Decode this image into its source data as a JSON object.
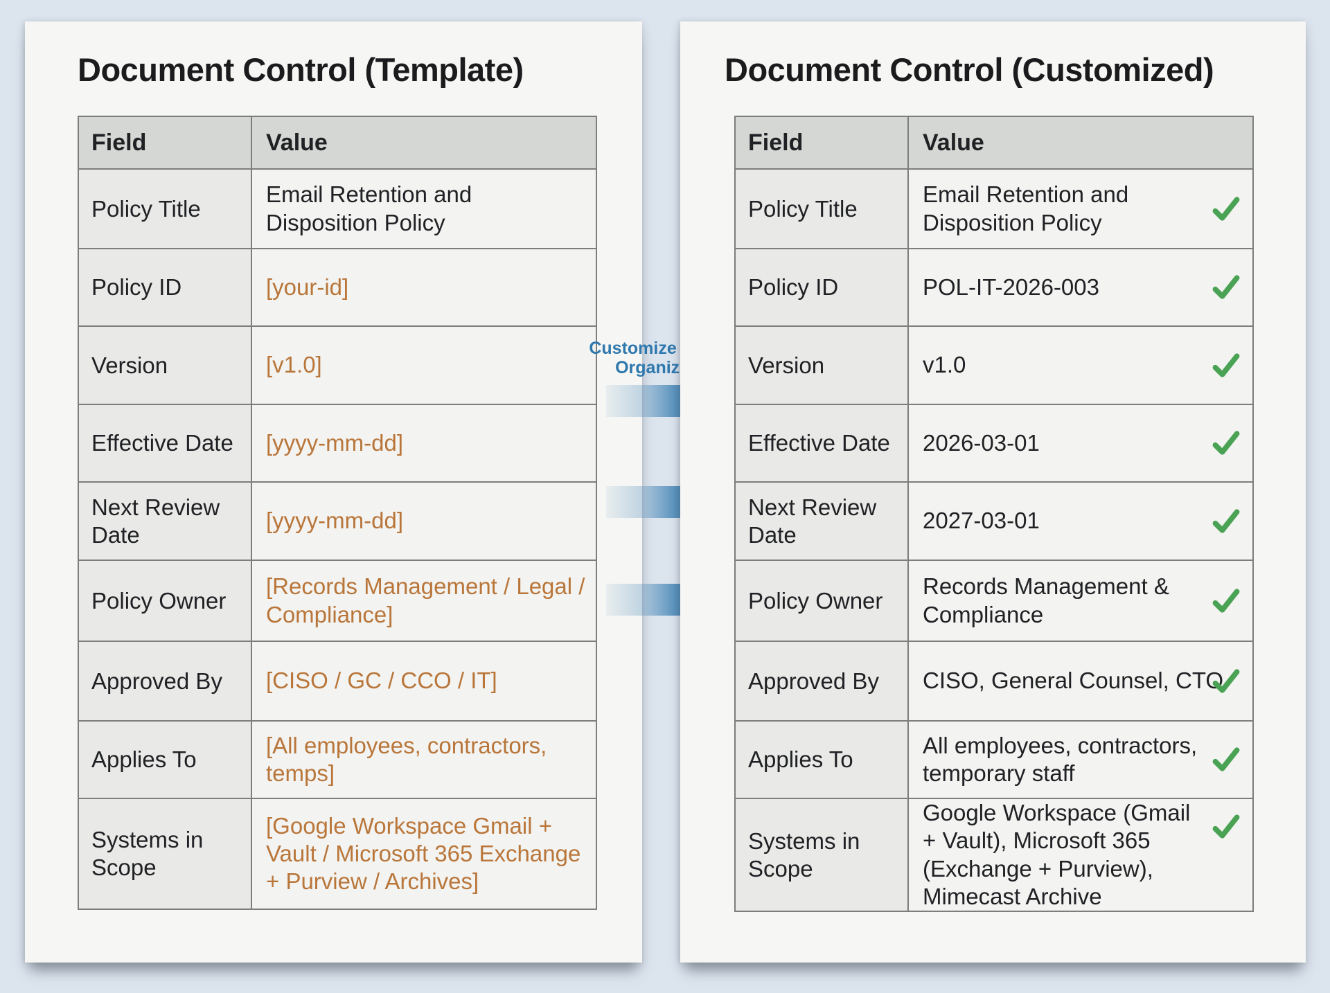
{
  "left_panel": {
    "title": "Document Control (Template)",
    "table": {
      "headers": {
        "field": "Field",
        "value": "Value"
      },
      "rows": [
        {
          "field": "Policy Title",
          "value": "Email Retention and Disposition Policy"
        },
        {
          "field": "Policy ID",
          "value": "[your-id]"
        },
        {
          "field": "Version",
          "value": "[v1.0]"
        },
        {
          "field": "Effective Date",
          "value": "[yyyy-mm-dd]"
        },
        {
          "field": "Next Review Date",
          "value": "[yyyy-mm-dd]"
        },
        {
          "field": "Policy Owner",
          "value": "[Records Management / Legal / Compliance]"
        },
        {
          "field": "Approved By",
          "value": "[CISO / GC / CCO / IT]"
        },
        {
          "field": "Applies To",
          "value": "[All employees, contractors, temps]"
        },
        {
          "field": "Systems in Scope",
          "value": "[Google Workspace Gmail + Vault / Microsoft 365 Exchange + Purview / Archives]"
        }
      ]
    }
  },
  "connector": {
    "label": "Customize for Your Organization",
    "arrow_count": 3,
    "arrow_icon": "arrow-right-icon"
  },
  "right_panel": {
    "title": "Document Control (Customized)",
    "table": {
      "headers": {
        "field": "Field",
        "value": "Value"
      },
      "rows": [
        {
          "field": "Policy Title",
          "value": "Email Retention and Disposition Policy",
          "status_icon": "check-icon"
        },
        {
          "field": "Policy ID",
          "value": "POL-IT-2026-003",
          "status_icon": "check-icon"
        },
        {
          "field": "Version",
          "value": "v1.0",
          "status_icon": "check-icon"
        },
        {
          "field": "Effective Date",
          "value": "2026-03-01",
          "status_icon": "check-icon"
        },
        {
          "field": "Next Review Date",
          "value": "2027-03-01",
          "status_icon": "check-icon"
        },
        {
          "field": "Policy Owner",
          "value": "Records Management & Compliance",
          "status_icon": "check-icon"
        },
        {
          "field": "Approved By",
          "value": "CISO, General Counsel, CTO",
          "status_icon": "check-icon"
        },
        {
          "field": "Applies To",
          "value": "All employees, contractors, temporary staff",
          "status_icon": "check-icon"
        },
        {
          "field": "Systems in Scope",
          "value": "Google Workspace (Gmail + Vault), Microsoft 365 (Exchange + Purview), Mimecast Archive",
          "status_icon": "check-icon"
        }
      ]
    }
  },
  "colors": {
    "background": "#dce4ee",
    "paper": "#f6f6f4",
    "table_header_bg": "#d4d7d3",
    "field_col_bg": "#e9e9e7",
    "value_col_bg": "#f3f3f1",
    "border": "#7c7e7c",
    "title_text": "#1b1b1d",
    "cell_text": "#202124",
    "placeholder_text": "#b9763a",
    "check_green": "#4aa254",
    "arrow_blue": "#3a7fb2",
    "connector_label_blue": "#2e78ad"
  }
}
